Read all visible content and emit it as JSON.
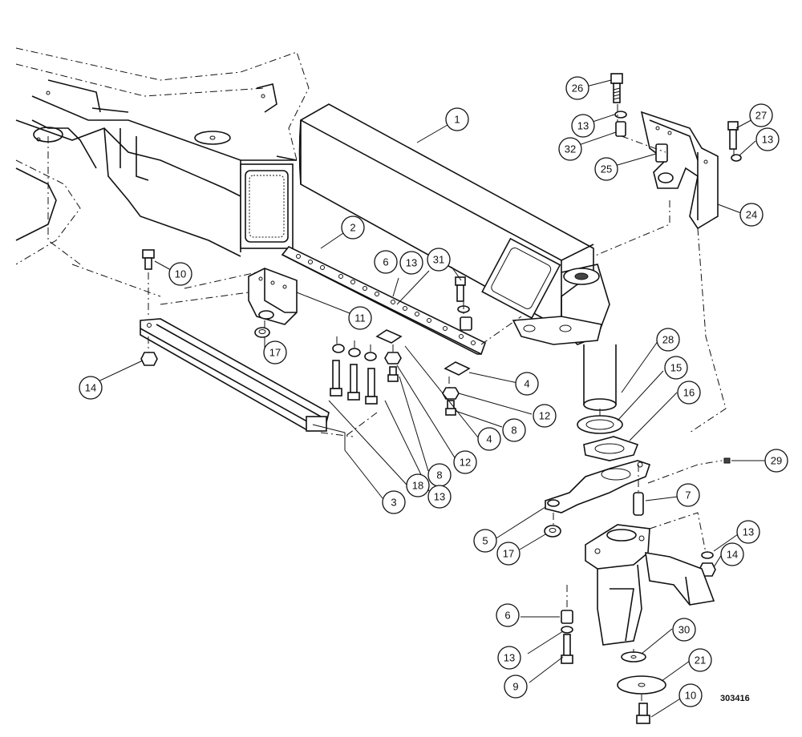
{
  "drawing_number": "303416",
  "callouts": [
    {
      "label": "1"
    },
    {
      "label": "2"
    },
    {
      "label": "3"
    },
    {
      "label": "4"
    },
    {
      "label": "4"
    },
    {
      "label": "5"
    },
    {
      "label": "6"
    },
    {
      "label": "6"
    },
    {
      "label": "7"
    },
    {
      "label": "8"
    },
    {
      "label": "8"
    },
    {
      "label": "9"
    },
    {
      "label": "10"
    },
    {
      "label": "10"
    },
    {
      "label": "11"
    },
    {
      "label": "12"
    },
    {
      "label": "12"
    },
    {
      "label": "13"
    },
    {
      "label": "13"
    },
    {
      "label": "13"
    },
    {
      "label": "13"
    },
    {
      "label": "13"
    },
    {
      "label": "13"
    },
    {
      "label": "14"
    },
    {
      "label": "14"
    },
    {
      "label": "15"
    },
    {
      "label": "16"
    },
    {
      "label": "17"
    },
    {
      "label": "17"
    },
    {
      "label": "18"
    },
    {
      "label": "21"
    },
    {
      "label": "24"
    },
    {
      "label": "25"
    },
    {
      "label": "26"
    },
    {
      "label": "27"
    },
    {
      "label": "28"
    },
    {
      "label": "29"
    },
    {
      "label": "30"
    },
    {
      "label": "31"
    },
    {
      "label": "32"
    }
  ]
}
